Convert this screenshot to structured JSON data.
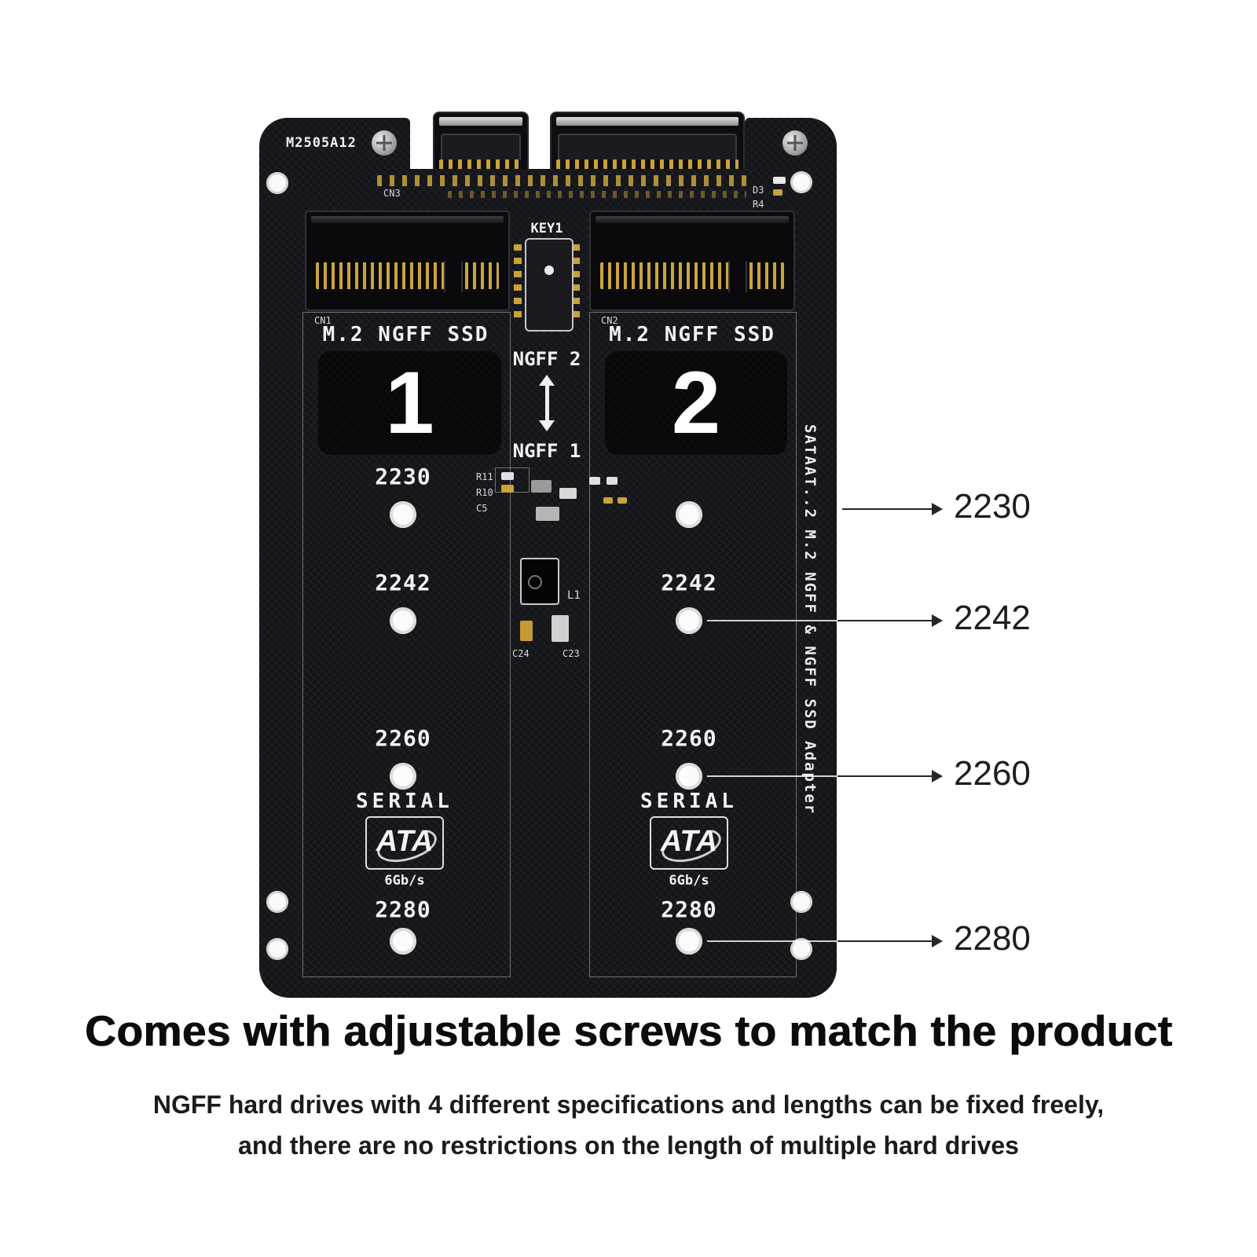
{
  "board": {
    "model": "M2505A12",
    "silk": {
      "cn3": "CN3",
      "d3": "D3",
      "r4": "R4",
      "key1": "KEY1",
      "ngff2": "NGFF 2",
      "ngff1": "NGFF 1",
      "r11": "R11",
      "r10": "R10",
      "c5": "C5",
      "l1": "L1",
      "c24": "C24",
      "c23": "C23"
    },
    "slots": [
      {
        "cn": "CN1",
        "label": "M.2 NGFF SSD",
        "number": "1"
      },
      {
        "cn": "CN2",
        "label": "M.2 NGFF SSD",
        "number": "2"
      }
    ],
    "left_column_sizes": [
      "2230",
      "2242",
      "2260",
      "2280"
    ],
    "right_column_sizes": [
      "2242",
      "2260",
      "2280"
    ],
    "sata_logo": {
      "serial": "SERIAL",
      "ata": "ATA",
      "speed": "6Gb/s"
    },
    "edge_text": "SATAAT..2 M.2 NGFF & NGFF SSD Adapter"
  },
  "callouts": [
    "2230",
    "2242",
    "2260",
    "2280"
  ],
  "caption": {
    "heading": "Comes with adjustable screws to match the product",
    "line1": "NGFF hard drives with 4 different specifications and lengths can be fixed freely,",
    "line2": "and there are no restrictions on the length of multiple hard drives"
  }
}
